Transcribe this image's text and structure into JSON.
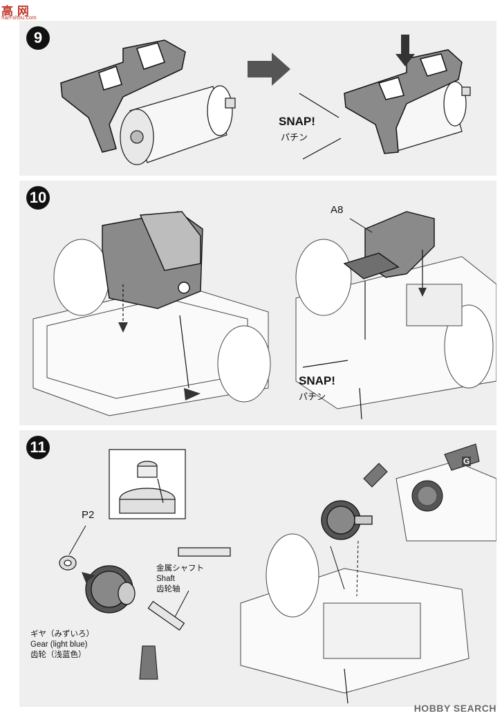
{
  "watermark": {
    "site_main": "高 网",
    "site_sub": "nan-shou.com",
    "bottom_brand": "HOBBY SEARCH"
  },
  "steps": [
    {
      "number": "9",
      "snap": "SNAP!",
      "snap_jp": "パチン"
    },
    {
      "number": "10",
      "part": "A8",
      "snap": "SNAP!",
      "snap_jp": "パチン"
    },
    {
      "number": "11",
      "part": "P2",
      "grease": "G"
    }
  ],
  "step11_labels": {
    "shaft_jp": "金属シャフト",
    "shaft_en": "Shaft",
    "shaft_cn": "齿轮轴",
    "gear_jp": "ギヤ（みずいろ）",
    "gear_en": "Gear (light blue)",
    "gear_cn": "齿轮（浅蓝色）"
  }
}
